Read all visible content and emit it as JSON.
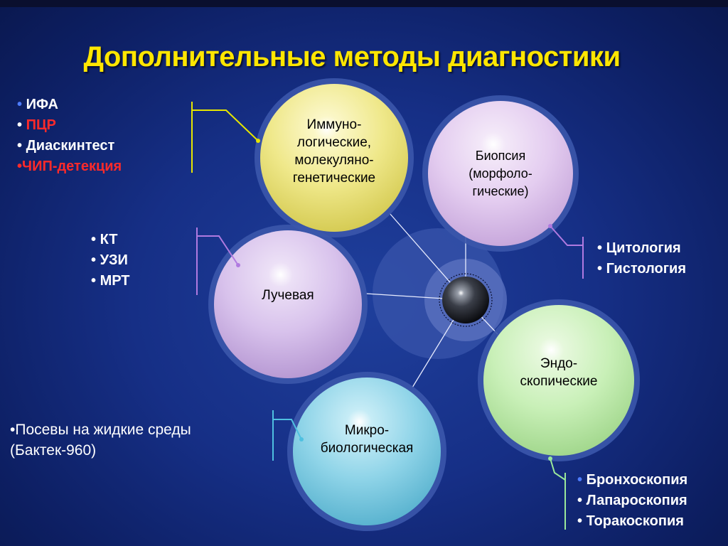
{
  "title": "Дополнительные методы диагностики",
  "colors": {
    "title": "#ffe600",
    "bullet": "#4d7cff",
    "highlight_red": "#ff2a2a",
    "immuno": "#efe88a",
    "biopsy": "#e4cdf0",
    "radiation": "#d8c2ec",
    "endoscopic": "#c9f0b8",
    "microbio": "#8fd4e8"
  },
  "bubbles": {
    "immuno": {
      "label": "Иммуно-\nлогические,\nмолекуляно-\nгенетические"
    },
    "biopsy": {
      "label": "Биопсия\n(морфоло-\nгические)"
    },
    "radiation": {
      "label": "Лучевая"
    },
    "endoscopic": {
      "label": "Эндо-\nскопические"
    },
    "microbio": {
      "label": "Микро-\nбиологическая"
    }
  },
  "lists": {
    "immuno": [
      "ИФА",
      "ПЦР",
      "Диаскинтест",
      "ЧИП-детекция"
    ],
    "radiation": [
      "КТ",
      "УЗИ",
      "МРТ"
    ],
    "biopsy": [
      "Цитология",
      "Гистология"
    ],
    "microbio": [
      "Посевы на жидкие среды",
      "(Бактек-960)"
    ],
    "endoscopic": [
      "Бронхоскопия",
      "Лапароскопия",
      "Торакоскопия"
    ]
  }
}
